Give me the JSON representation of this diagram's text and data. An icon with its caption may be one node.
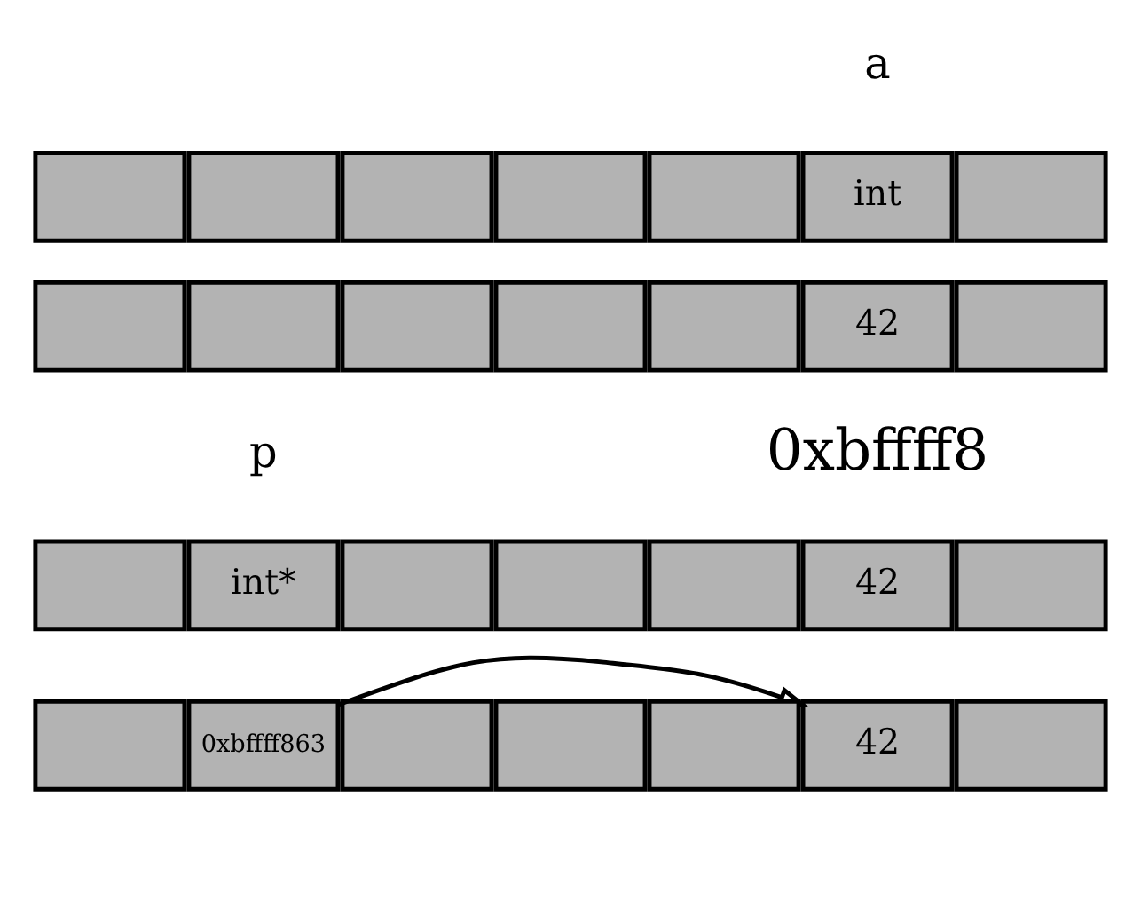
{
  "diagram": {
    "nodes": [
      {
        "text": [],
        "shape": "box"
      },
      {
        "text": [],
        "shape": "box"
      },
      {
        "text": [],
        "shape": "box"
      },
      {
        "text": [],
        "shape": "box"
      },
      {
        "text": [],
        "shape": "box"
      },
      {
        "text": [
          "int"
        ],
        "beside": [
          "a"
        ]
      },
      {
        "text": [],
        "shape": "box"
      },
      {
        "text": [],
        "shape": "box"
      },
      {
        "text": [],
        "shape": "box"
      },
      {
        "text": [],
        "shape": "box"
      },
      {
        "text": [],
        "shape": "box"
      },
      {
        "text": [],
        "shape": "box"
      },
      {
        "text": [
          "42"
        ]
      },
      {
        "text": [],
        "shape": "box"
      },
      {
        "text": [],
        "shape": "box"
      },
      {
        "text": [
          "int*"
        ],
        "beside": [
          "p"
        ]
      },
      {
        "text": [],
        "shape": "box"
      },
      {
        "text": [],
        "shape": "box"
      },
      {
        "text": [],
        "shape": "box"
      },
      {
        "text": [
          "42"
        ],
        "beside": [
          "0xbffff8"
        ]
      },
      {
        "text": [],
        "shape": "box"
      },
      {
        "text": [],
        "shape": "box"
      },
      {
        "text": [
          "0xbffff863"
        ]
      },
      {
        "text": [],
        "shape": "box"
      },
      {
        "text": [],
        "shape": "box"
      },
      {
        "text": [],
        "shape": "box"
      },
      {
        "text": [
          "42"
        ]
      },
      {
        "text": [],
        "shape": "box"
      }
    ],
    "edges": [
      {
        "from": 22,
        "to": 26,
        "arrow": "to"
      }
    ]
  }
}
